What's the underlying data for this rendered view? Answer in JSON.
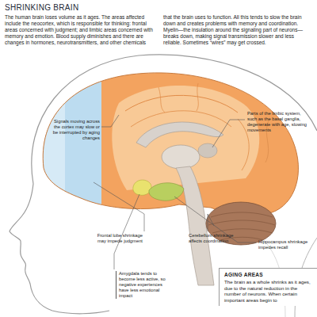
{
  "diagram": {
    "title": "SHRINKING BRAIN",
    "caption": "The human brain loses volume as it ages. The areas affected include the neocortex, which is responsible for thinking: frontal areas concerned with judgment; and limbic areas concerned with memory and emotion. Blood supply diminishes and there are changes in hormones, neurotransmitters, and other chemicals that the brain uses to function. All this tends to slow the brain down and creates problems with memory and coordination. Myelin—the insulation around the signaling part of neurons—breaks down, making signal transmission slower and less reliable. Sometimes “wires” may get crossed.",
    "nodes": [
      {
        "text": [
          "AGING AREAS",
          "The brain as a whole shrinks as it ages, due to the natural reduction in the number of neurons. When certain important areas begin to"
        ]
      }
    ],
    "edges": [],
    "labels": [
      "Signals moving across the cortex may slow or be interrupted by aging changes",
      "Parts of the limbic system, such as the basal ganglia, degenerate with age, slowing movements",
      "Hippocampus shrinkage impedes recall",
      "Frontal lobe shrinkage may impede judgment",
      "Cerebellum shrinkage affects coordination",
      "Amygdala tends to become less active, so negative experiences have less emotional impact"
    ]
  }
}
